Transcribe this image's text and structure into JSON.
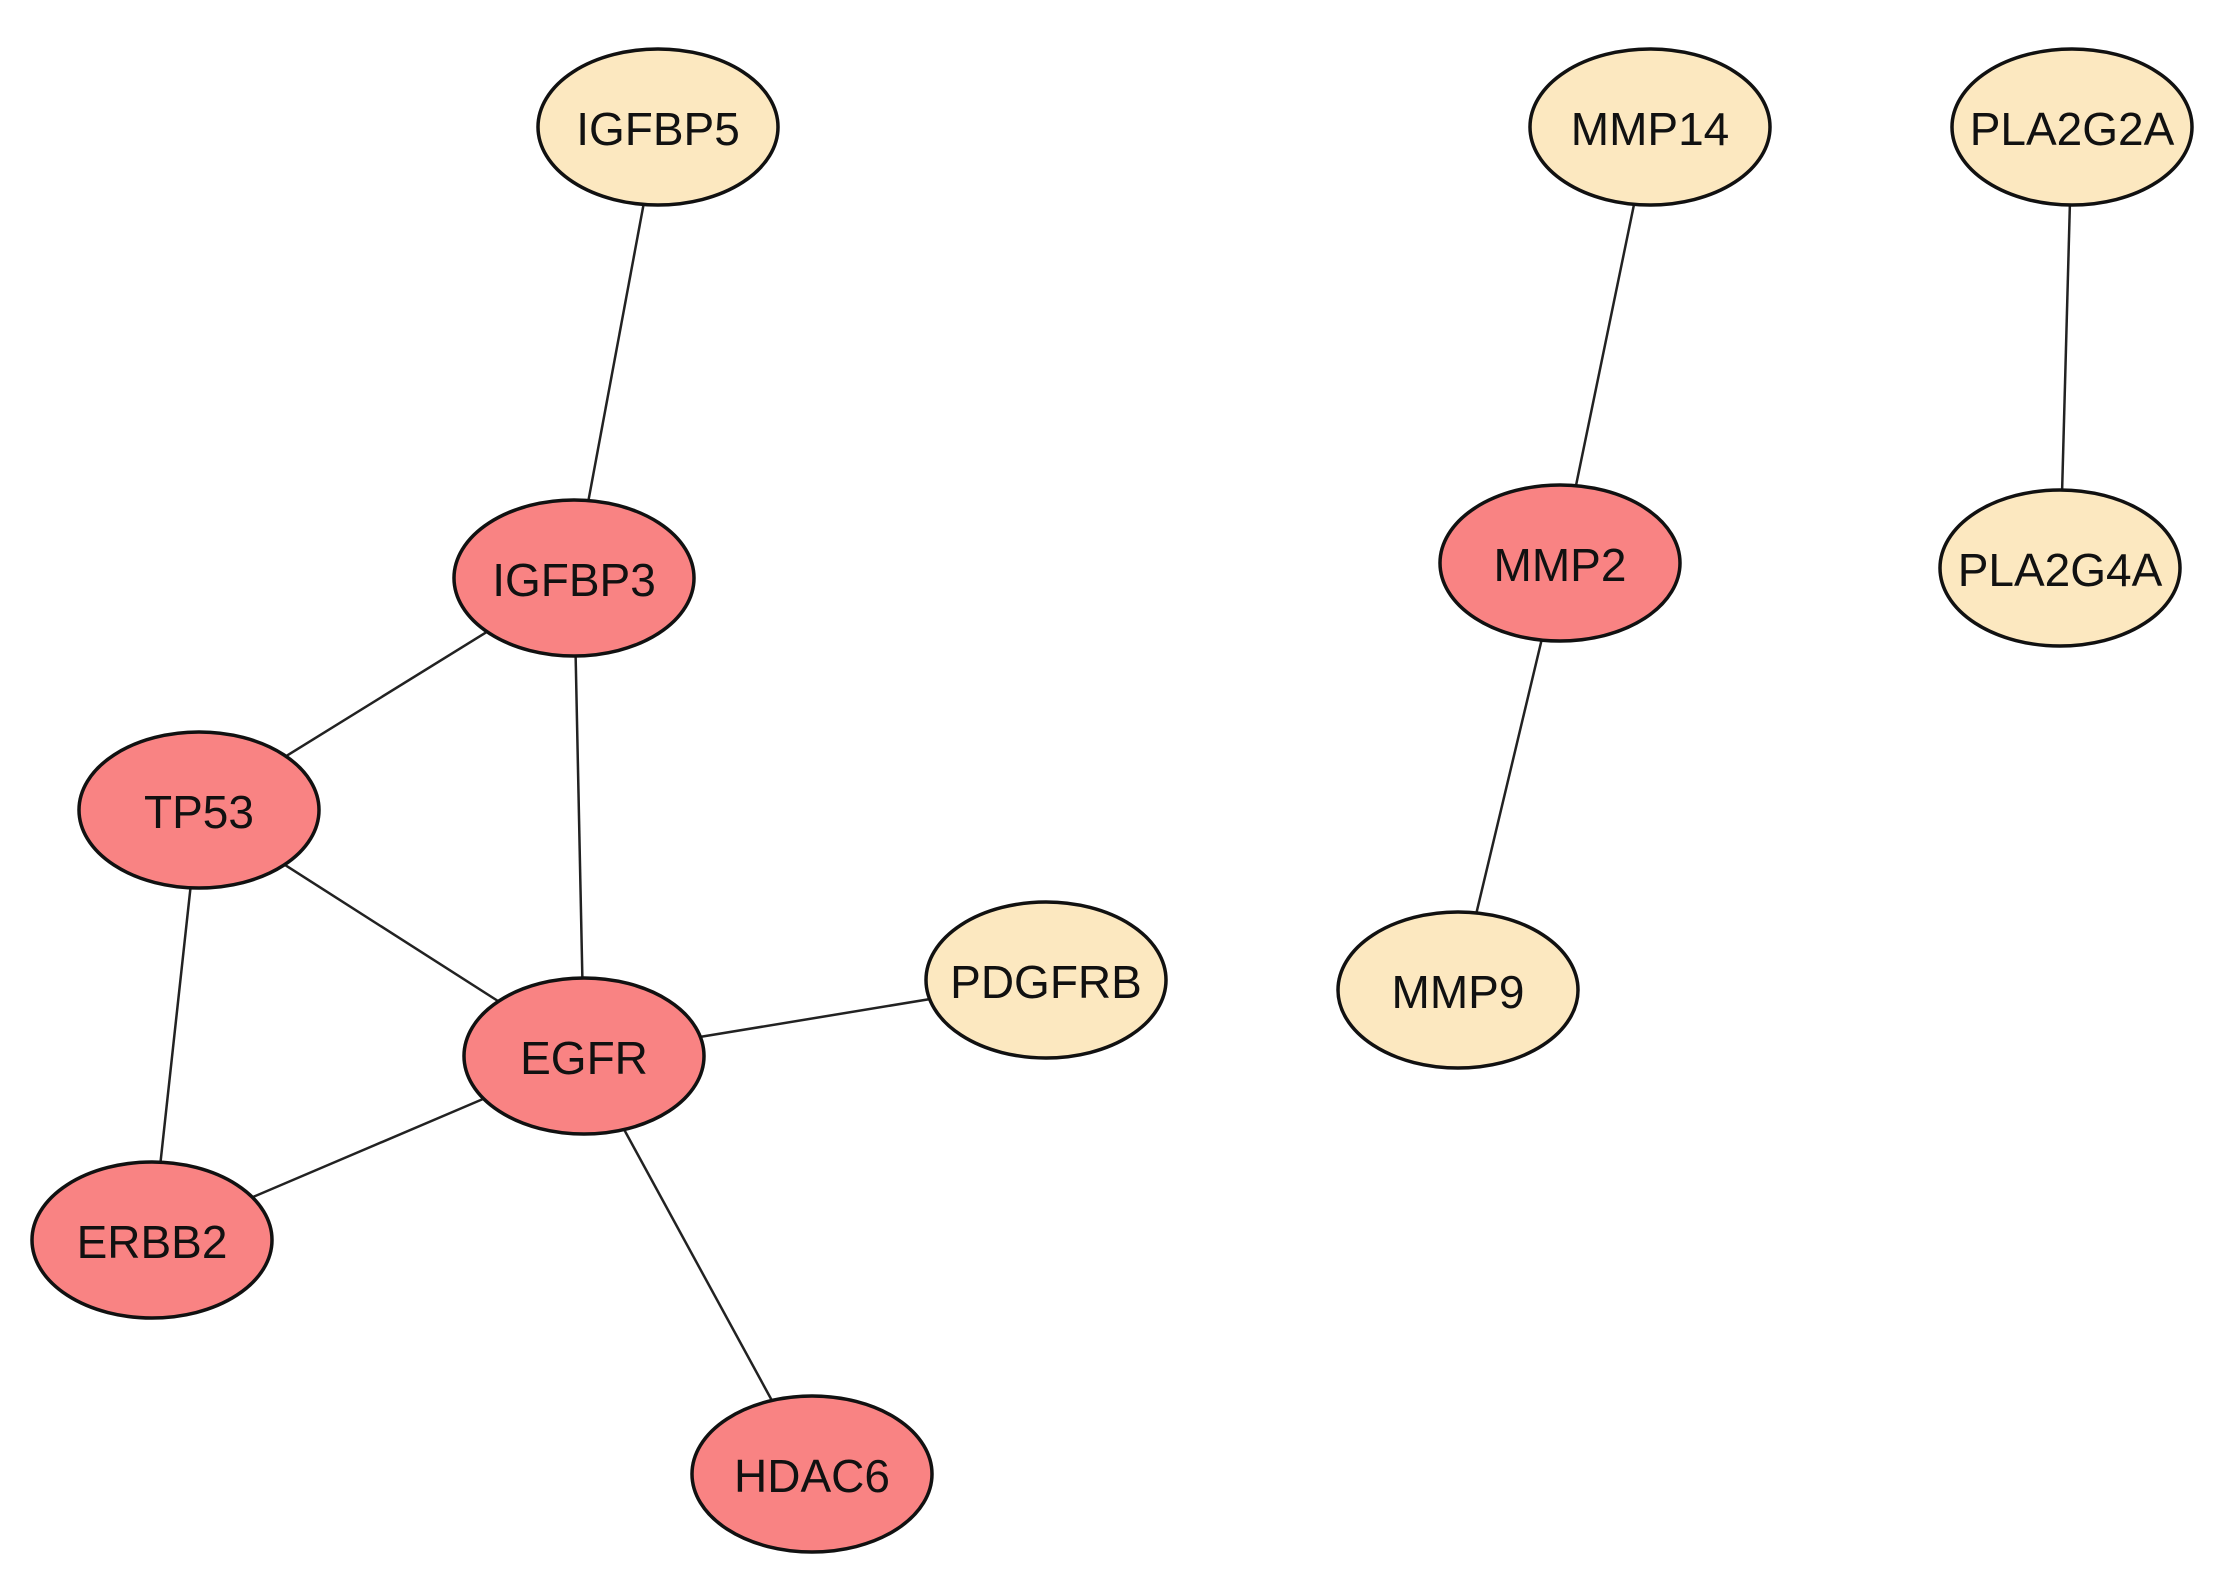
{
  "colors": {
    "hub": "#F98383",
    "peripheral": "#FCE8C0",
    "edge": "#222222",
    "outline": "#111111"
  },
  "nodes": [
    {
      "id": "IGFBP5",
      "label": "IGFBP5",
      "group": "peripheral"
    },
    {
      "id": "MMP14",
      "label": "MMP14",
      "group": "peripheral"
    },
    {
      "id": "PLA2G2A",
      "label": "PLA2G2A",
      "group": "peripheral"
    },
    {
      "id": "IGFBP3",
      "label": "IGFBP3",
      "group": "hub"
    },
    {
      "id": "MMP2",
      "label": "MMP2",
      "group": "hub"
    },
    {
      "id": "PLA2G4A",
      "label": "PLA2G4A",
      "group": "peripheral"
    },
    {
      "id": "TP53",
      "label": "TP53",
      "group": "hub"
    },
    {
      "id": "PDGFRB",
      "label": "PDGFRB",
      "group": "peripheral"
    },
    {
      "id": "MMP9",
      "label": "MMP9",
      "group": "peripheral"
    },
    {
      "id": "EGFR",
      "label": "EGFR",
      "group": "hub"
    },
    {
      "id": "ERBB2",
      "label": "ERBB2",
      "group": "hub"
    },
    {
      "id": "HDAC6",
      "label": "HDAC6",
      "group": "hub"
    }
  ],
  "edges": [
    {
      "source": "IGFBP5",
      "target": "IGFBP3"
    },
    {
      "source": "IGFBP3",
      "target": "TP53"
    },
    {
      "source": "IGFBP3",
      "target": "EGFR"
    },
    {
      "source": "TP53",
      "target": "EGFR"
    },
    {
      "source": "TP53",
      "target": "ERBB2"
    },
    {
      "source": "EGFR",
      "target": "ERBB2"
    },
    {
      "source": "EGFR",
      "target": "PDGFRB"
    },
    {
      "source": "EGFR",
      "target": "HDAC6"
    },
    {
      "source": "MMP14",
      "target": "MMP2"
    },
    {
      "source": "MMP2",
      "target": "MMP9"
    },
    {
      "source": "PLA2G2A",
      "target": "PLA2G4A"
    }
  ]
}
